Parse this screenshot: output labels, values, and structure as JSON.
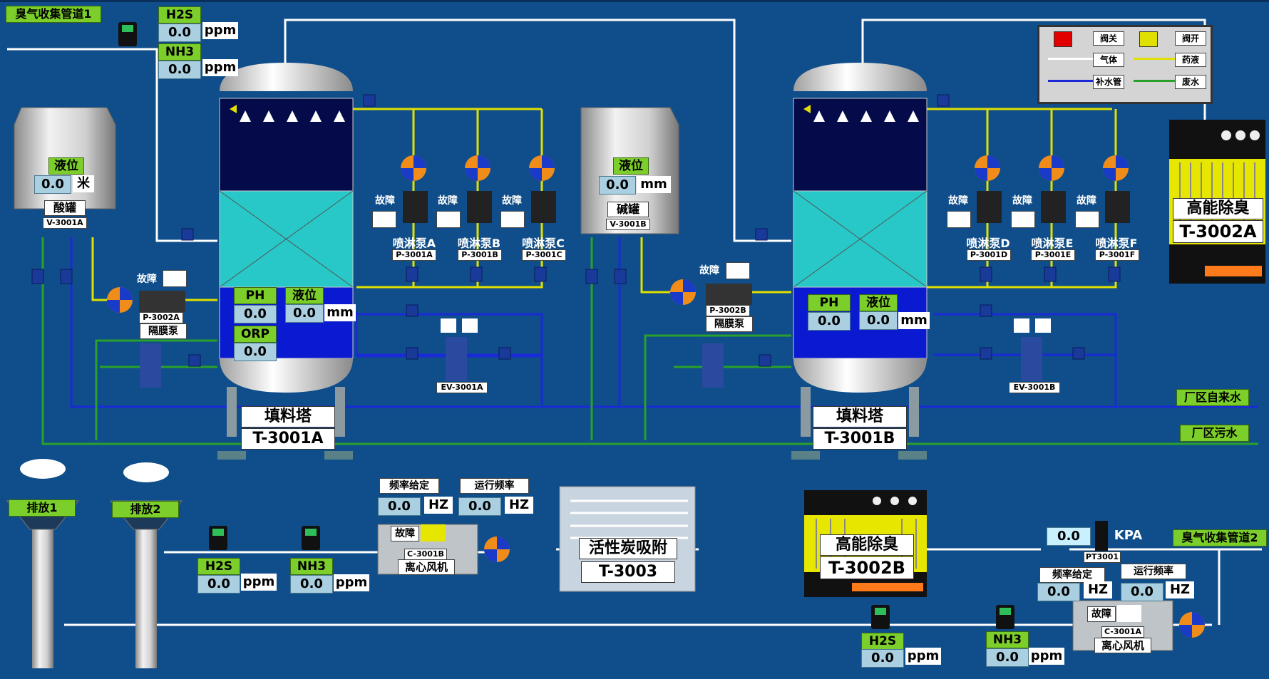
{
  "header": {
    "pipe1": "臭气收集管道1",
    "pipe2": "臭气收集管道2"
  },
  "legend": {
    "valve_closed": "阀关",
    "valve_open": "阀开",
    "gas": "气体",
    "chemical": "药液",
    "makeup_water": "补水管",
    "waste_water": "废水",
    "colors": {
      "closed": "#e00000",
      "open": "#e0e000",
      "gas": "#ffffff",
      "chemical": "#e0e000",
      "makeup": "#1a2ad6",
      "waste": "#2aa02a"
    }
  },
  "inlet_sensors": {
    "h2s_label": "H2S",
    "h2s_value": "0.0",
    "nh3_label": "NH3",
    "nh3_value": "0.0",
    "unit": "ppm"
  },
  "acid_tank": {
    "level_label": "液位",
    "level_value": "0.0",
    "level_unit": "米",
    "name": "酸罐",
    "tag": "V-3001A"
  },
  "alkali_tank": {
    "level_label": "液位",
    "level_value": "0.0",
    "level_unit": "mm",
    "name": "碱罐",
    "tag": "V-3001B"
  },
  "tower_a": {
    "ph_label": "PH",
    "ph_value": "0.0",
    "level_label": "液位",
    "level_value": "0.0",
    "level_unit": "mm",
    "orp_label": "ORP",
    "orp_value": "0.0",
    "name": "填料塔",
    "tag": "T-3001A",
    "pumps": [
      {
        "name": "喷淋泵A",
        "tag": "P-3001A",
        "fault": "故障"
      },
      {
        "name": "喷淋泵B",
        "tag": "P-3001B",
        "fault": "故障"
      },
      {
        "name": "喷淋泵C",
        "tag": "P-3001C",
        "fault": "故障"
      }
    ],
    "diaphragm": {
      "fault": "故障",
      "tag": "P-3002A",
      "name": "隔膜泵"
    },
    "ev": "EV-3001A"
  },
  "tower_b": {
    "ph_label": "PH",
    "ph_value": "0.0",
    "level_label": "液位",
    "level_value": "0.0",
    "level_unit": "mm",
    "name": "填料塔",
    "tag": "T-3001B",
    "pumps": [
      {
        "name": "喷淋泵D",
        "tag": "P-3001D",
        "fault": "故障"
      },
      {
        "name": "喷淋泵E",
        "tag": "P-3001E",
        "fault": "故障"
      },
      {
        "name": "喷淋泵F",
        "tag": "P-3001F",
        "fault": "故障"
      }
    ],
    "diaphragm": {
      "fault": "故障",
      "tag": "P-3002B",
      "name": "隔膜泵"
    },
    "ev": "EV-3001B"
  },
  "deodor_a": {
    "name": "高能除臭",
    "tag": "T-3002A"
  },
  "deodor_b": {
    "name": "高能除臭",
    "tag": "T-3002B"
  },
  "carbon": {
    "name": "活性炭吸附",
    "tag": "T-3003"
  },
  "lines": {
    "tap_water": "厂区自来水",
    "sewage": "厂区污水"
  },
  "stacks": {
    "s1": "排放1",
    "s2": "排放2"
  },
  "outlet_sensors": {
    "h2s_label": "H2S",
    "h2s_value": "0.0",
    "nh3_label": "NH3",
    "nh3_value": "0.0",
    "unit": "ppm"
  },
  "fan1": {
    "freq_set_label": "频率给定",
    "freq_set_value": "0.0",
    "freq_run_label": "运行频率",
    "freq_run_value": "0.0",
    "unit": "HZ",
    "fault": "故障",
    "tag": "C-3001B",
    "name": "离心风机"
  },
  "fan2": {
    "freq_set_label": "频率给定",
    "freq_set_value": "0.0",
    "freq_run_label": "运行频率",
    "freq_run_value": "0.0",
    "unit": "HZ",
    "fault": "故障",
    "tag": "C-3001A",
    "name": "离心风机"
  },
  "pressure": {
    "value": "0.0",
    "unit": "KPA",
    "tag": "PT3001"
  },
  "mid_sensors": {
    "h2s_label": "H2S",
    "h2s_value": "0.0",
    "nh3_label": "NH3",
    "nh3_value": "0.0",
    "unit": "ppm"
  }
}
